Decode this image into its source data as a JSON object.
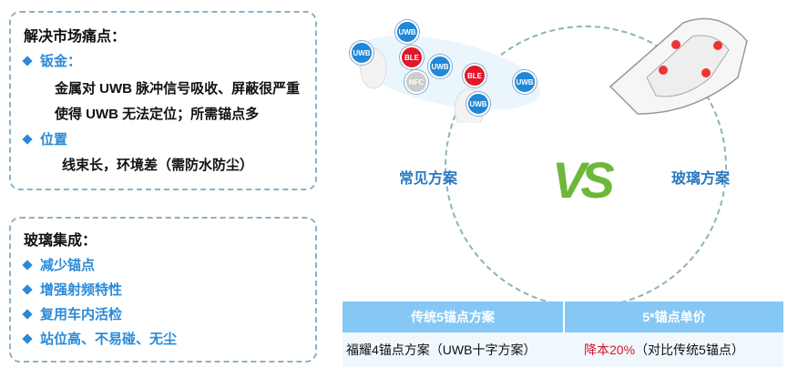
{
  "pain": {
    "title": "解决市场痛点：",
    "b1": "钣金：",
    "l1": "金属对 UWB 脉冲信号吸收、屏蔽很严重",
    "l2": "使得 UWB 无法定位；所需锚点多",
    "b2": "位置",
    "l3": "线束长，环境差（需防水防尘）"
  },
  "glass": {
    "title": "玻璃集成：",
    "items": [
      "减少锚点",
      "增强射频特性",
      "复用车内活检",
      "站位高、不易碰、无尘"
    ]
  },
  "compare": {
    "left": "常见方案",
    "right": "玻璃方案",
    "vs": "VS"
  },
  "badges": [
    "UWB",
    "UWB",
    "BLE",
    "UWB",
    "NFC",
    "BLE",
    "UWB",
    "UWB"
  ],
  "table": {
    "h1": "传统5锚点方案",
    "h2": "5*锚点单价",
    "c1": "福耀4锚点方案（UWB十字方案）",
    "c2a": "降本20%",
    "c2b": "（对比传统5锚点）"
  },
  "colors": {
    "accent": "#2a8ad8",
    "red": "#d4182a",
    "green": "#6cb83a"
  }
}
